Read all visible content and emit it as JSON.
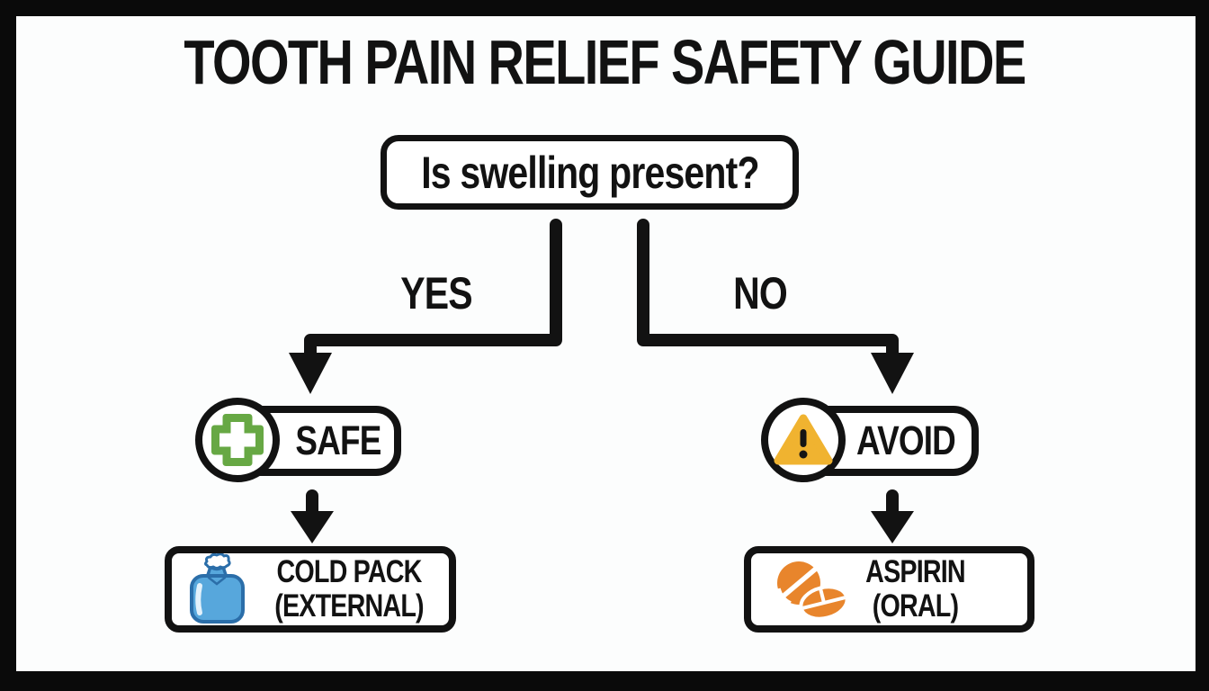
{
  "title": "TOOTH PAIN RELIEF SAFETY GUIDE",
  "decision": {
    "question": "Is swelling present?"
  },
  "branches": {
    "yes_label": "YES",
    "no_label": "NO"
  },
  "yes_path": {
    "badge": "SAFE",
    "badge_icon": "green-cross",
    "result_line1": "COLD PACK",
    "result_line2": "(EXTERNAL)",
    "result_icon": "cold-pack"
  },
  "no_path": {
    "badge": "AVOID",
    "badge_icon": "warning-triangle",
    "result_line1": "ASPIRIN",
    "result_line2": "(ORAL)",
    "result_icon": "aspirin-pills"
  },
  "colors": {
    "ink": "#121212",
    "frame": "#0a0a0a",
    "background": "#fcfdfd",
    "safe_green": "#67a844",
    "warning_amber": "#f0b330",
    "cold_blue": "#57a7dc",
    "cold_blue_outline": "#2b6ea9",
    "aspirin_orange": "#e8852c"
  }
}
